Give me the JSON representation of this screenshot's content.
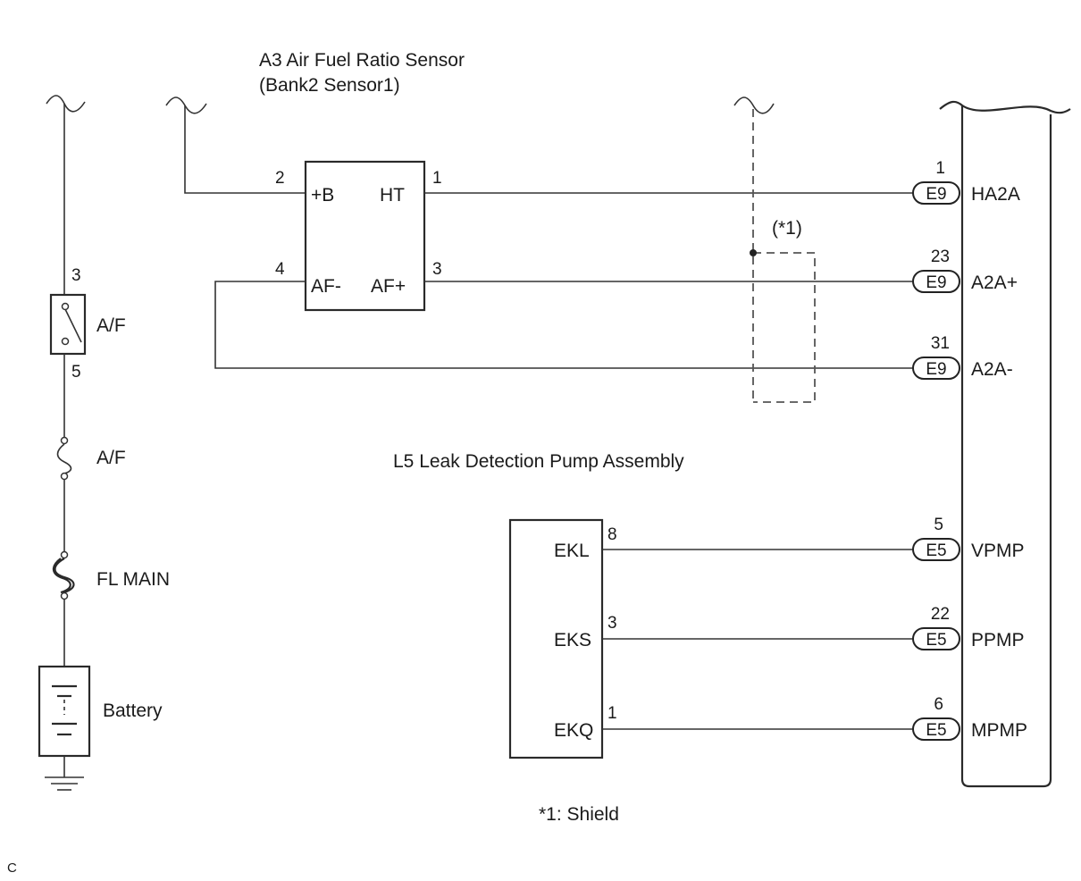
{
  "sensor": {
    "title_line1": "A3 Air Fuel Ratio Sensor",
    "title_line2": "(Bank2 Sensor1)",
    "terminals": {
      "plus_b": "+B",
      "ht": "HT",
      "af_minus": "AF-",
      "af_plus": "AF+"
    },
    "pins": {
      "plus_b": "2",
      "ht": "1",
      "af_minus": "4",
      "af_plus": "3"
    }
  },
  "pump": {
    "title": "L5 Leak Detection Pump Assembly",
    "terminals": {
      "ekl": "EKL",
      "eks": "EKS",
      "ekq": "EKQ"
    },
    "pins": {
      "ekl": "8",
      "eks": "3",
      "ekq": "1"
    }
  },
  "power": {
    "relay_label": "A/F",
    "relay_pin_top": "3",
    "relay_pin_bottom": "5",
    "fuse_label": "A/F",
    "fusible_link_label": "FL MAIN",
    "battery_label": "Battery"
  },
  "ecm_connections": [
    {
      "pin": "1",
      "connector": "E9",
      "terminal": "HA2A"
    },
    {
      "pin": "23",
      "connector": "E9",
      "terminal": "A2A+"
    },
    {
      "pin": "31",
      "connector": "E9",
      "terminal": "A2A-"
    },
    {
      "pin": "5",
      "connector": "E5",
      "terminal": "VPMP"
    },
    {
      "pin": "22",
      "connector": "E5",
      "terminal": "PPMP"
    },
    {
      "pin": "6",
      "connector": "E5",
      "terminal": "MPMP"
    }
  ],
  "shield": {
    "marker": "(*1)",
    "note": "*1: Shield"
  },
  "corner_mark": "C"
}
